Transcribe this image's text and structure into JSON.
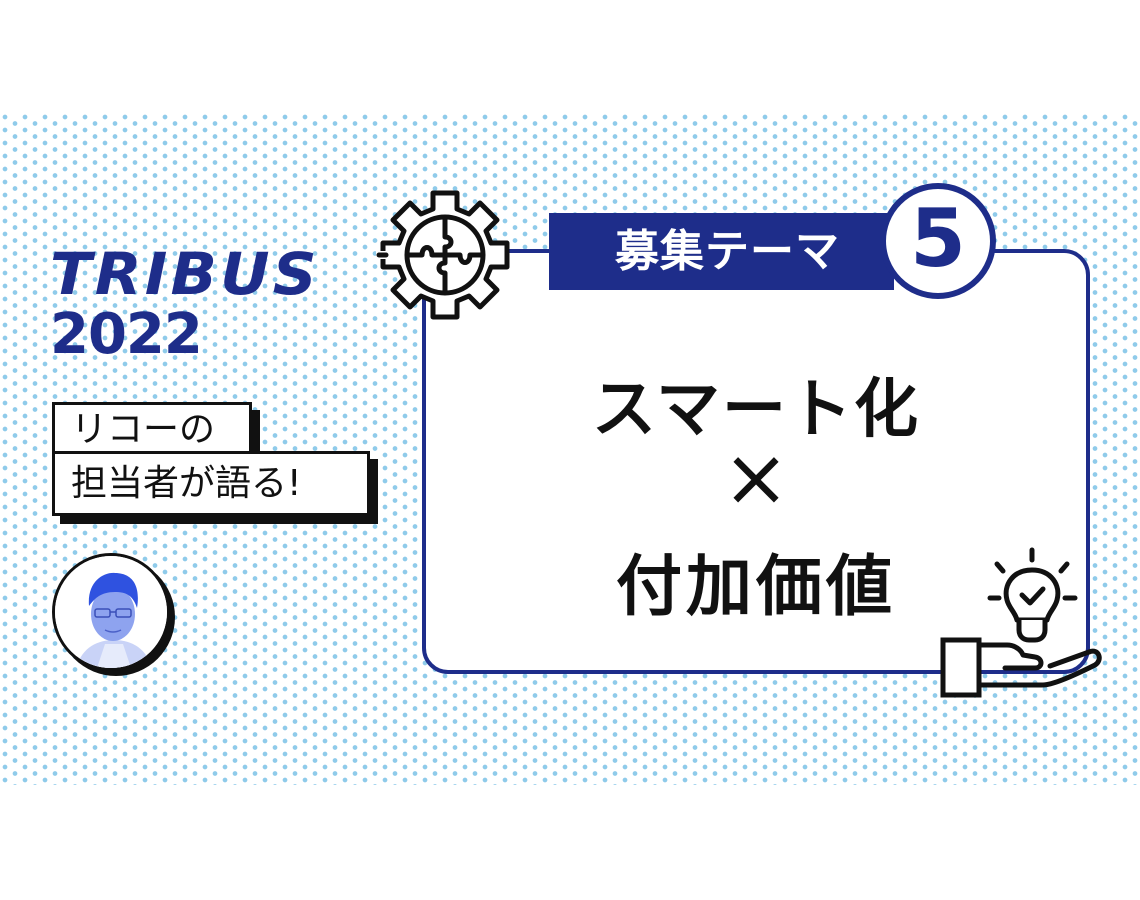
{
  "brand": {
    "name": "TRIBUS",
    "year": "2022",
    "color": "#1e2d8a"
  },
  "speaker_label": {
    "line1": "リコーの",
    "line2": "担当者が語る!"
  },
  "avatar": {
    "icon": "person-photo",
    "tint": "#2f52e0"
  },
  "theme": {
    "label": "募集テーマ",
    "number": "5"
  },
  "card": {
    "line1": "スマート化",
    "line2": "×",
    "line3": "付加価値"
  },
  "icons": {
    "top_left": "gear-puzzle-icon",
    "bottom_right": "hand-lightbulb-icon"
  },
  "colors": {
    "navy": "#1e2d8a",
    "dots": "#8fcbea",
    "ink": "#111111",
    "background": "#ffffff"
  }
}
